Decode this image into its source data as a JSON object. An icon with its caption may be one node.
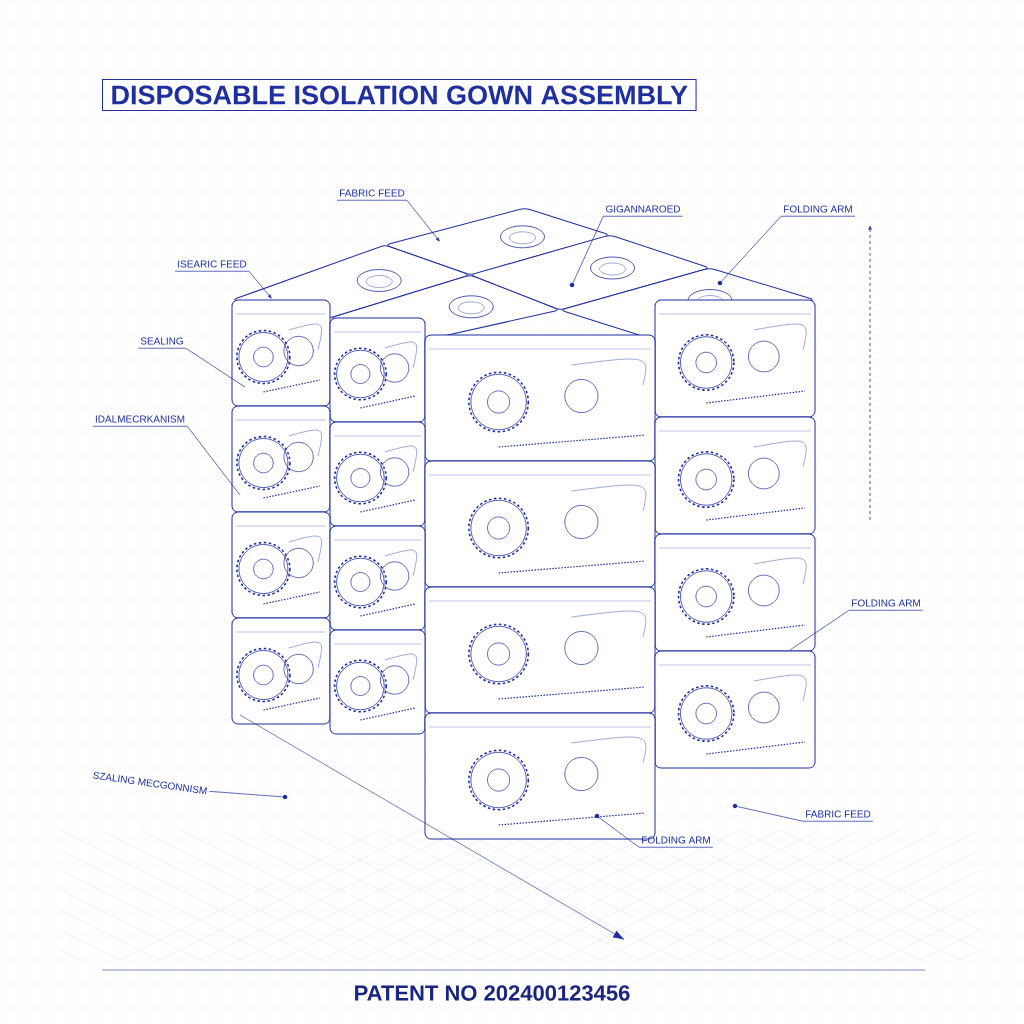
{
  "diagram": {
    "title": "DISPOSABLE ISOLATION GOWN ASSEMBLY",
    "caption": "PATENT NO 202400123456",
    "nodes": [
      {
        "text": [
          "FABRIC FEED"
        ]
      },
      {
        "text": [
          "GIGANNAROED"
        ]
      },
      {
        "text": [
          "FOLDING ARM"
        ]
      },
      {
        "text": [
          "ISEARIC FEED"
        ]
      },
      {
        "text": [
          "SEALING"
        ]
      },
      {
        "text": [
          "IDALMECRKANISM"
        ]
      },
      {
        "text": [
          "FOLDING ARM"
        ]
      },
      {
        "text": [
          "SZALING MECGONNISM"
        ]
      },
      {
        "text": [
          "FABRIC FEED"
        ]
      },
      {
        "text": [
          "FOLDING ARM"
        ]
      },
      {
        "text": [],
        "shape": "circle"
      },
      {
        "text": [],
        "shape": "circle"
      },
      {
        "text": [],
        "shape": "circle"
      },
      {
        "text": [],
        "shape": "circle"
      },
      {
        "text": [],
        "shape": "circle"
      }
    ],
    "edges": [
      {
        "from": 0,
        "to": null,
        "arrow": "to"
      },
      {
        "from": 1,
        "to": 10,
        "arrow": "none"
      },
      {
        "from": 2,
        "to": 11,
        "arrow": "none"
      },
      {
        "from": 3,
        "to": null,
        "arrow": "to"
      },
      {
        "from": 4,
        "to": null,
        "arrow": "none"
      },
      {
        "from": 5,
        "to": null,
        "arrow": "none"
      },
      {
        "from": 6,
        "to": null,
        "arrow": "none"
      },
      {
        "from": 7,
        "to": 12,
        "arrow": "none"
      },
      {
        "from": 8,
        "to": 13,
        "arrow": "none"
      },
      {
        "from": 9,
        "to": 14,
        "arrow": "none"
      }
    ]
  }
}
